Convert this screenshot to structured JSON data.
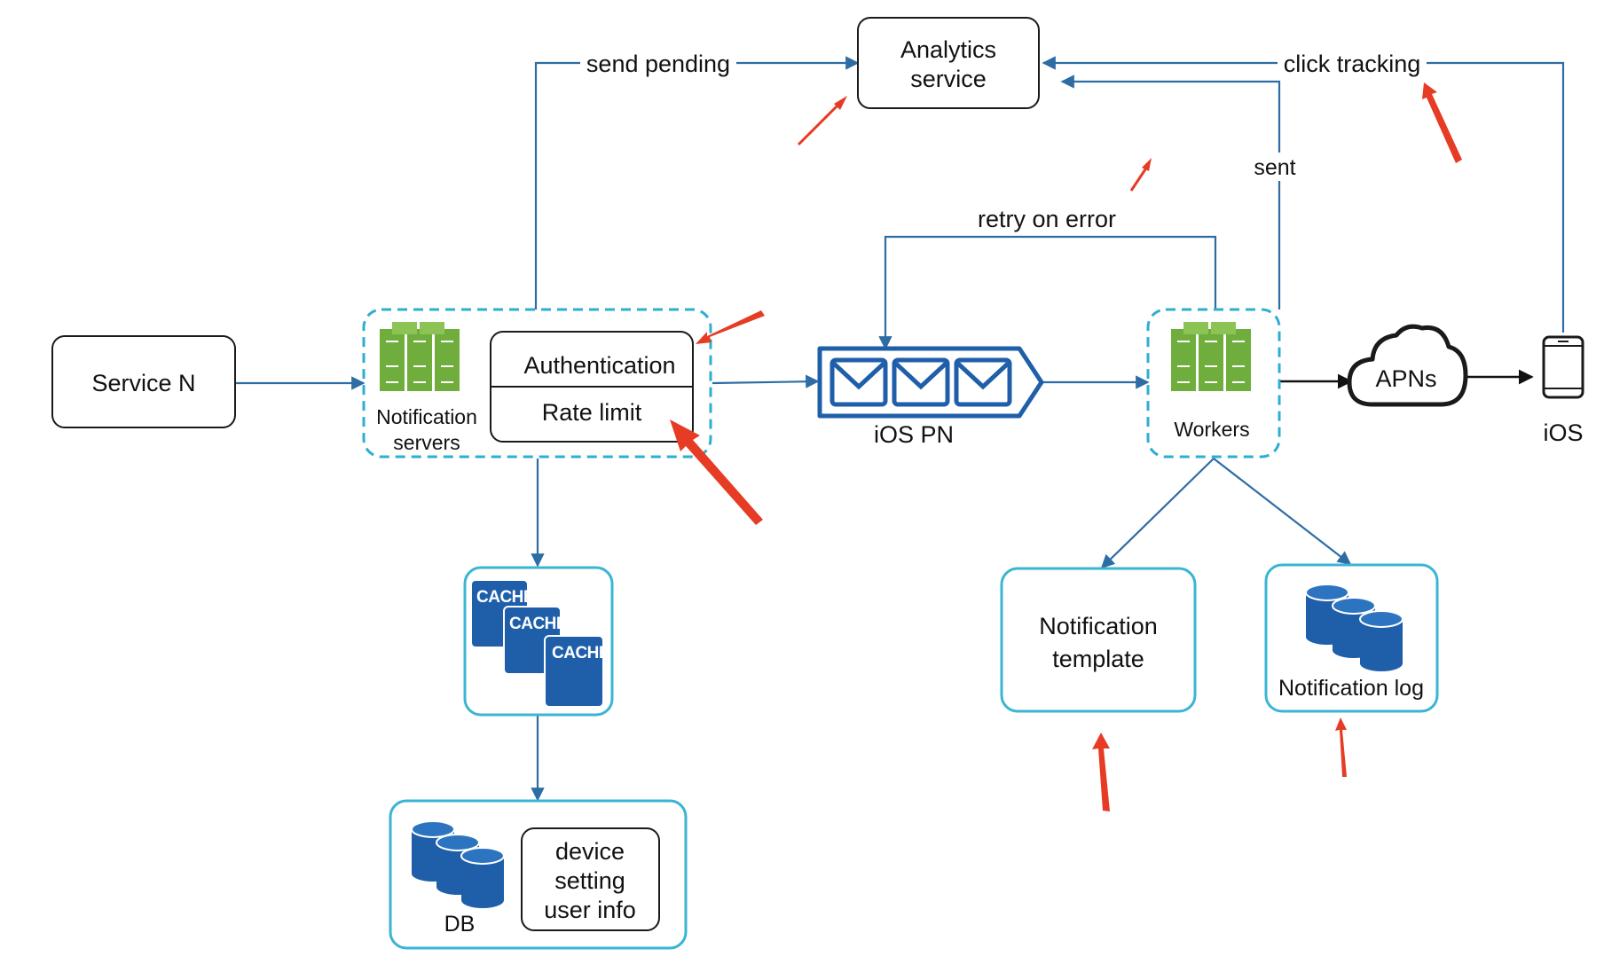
{
  "nodes": {
    "service_n": "Service N",
    "notification_servers": [
      "Notification",
      "servers"
    ],
    "authentication": "Authentication",
    "rate_limit": "Rate limit",
    "analytics_service": [
      "Analytics",
      "service"
    ],
    "ios_pn": "iOS PN",
    "workers": "Workers",
    "apns": "APNs",
    "ios": "iOS",
    "cache": "CACHE",
    "db": "DB",
    "device_info": [
      "device",
      "setting",
      "user info"
    ],
    "notification_template": [
      "Notification",
      "template"
    ],
    "notification_log": "Notification log"
  },
  "edges": {
    "send_pending": "send pending",
    "click_tracking": "click tracking",
    "sent": "sent",
    "retry_on_error": "retry on error"
  },
  "colors": {
    "edge": "#2e6da4",
    "highlight_arrow": "#e63b24",
    "dashed_border": "#2eaed0",
    "storage_border": "#3ab5d3",
    "server_green": "#6fae3c",
    "storage_blue": "#1f5faa"
  }
}
